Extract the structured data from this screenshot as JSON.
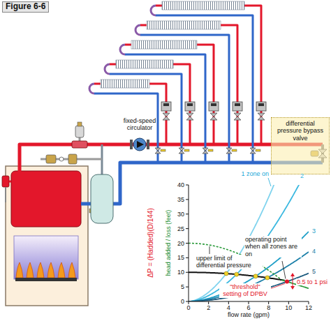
{
  "diagram": {
    "title": "Figure 6-6",
    "nodes": [
      {
        "text": [
          "differential pressure bypass valve"
        ]
      }
    ],
    "labels": [
      "fixed-speed circulator",
      "ΔP = (Hadded)(D/144)",
      "head added / loss (feet)",
      "flow rate (gpm)",
      "upper limit of differential pressure",
      "1 zone on",
      "2",
      "3",
      "4",
      "5",
      "operating point when all zones are on",
      "0.5 to 1 psi",
      "\"threshold\" setting of DPBV",
      "0",
      "5",
      "10",
      "15",
      "20",
      "25",
      "30",
      "35",
      "40",
      "0",
      "2",
      "4",
      "6",
      "8",
      "10",
      "12"
    ]
  }
}
